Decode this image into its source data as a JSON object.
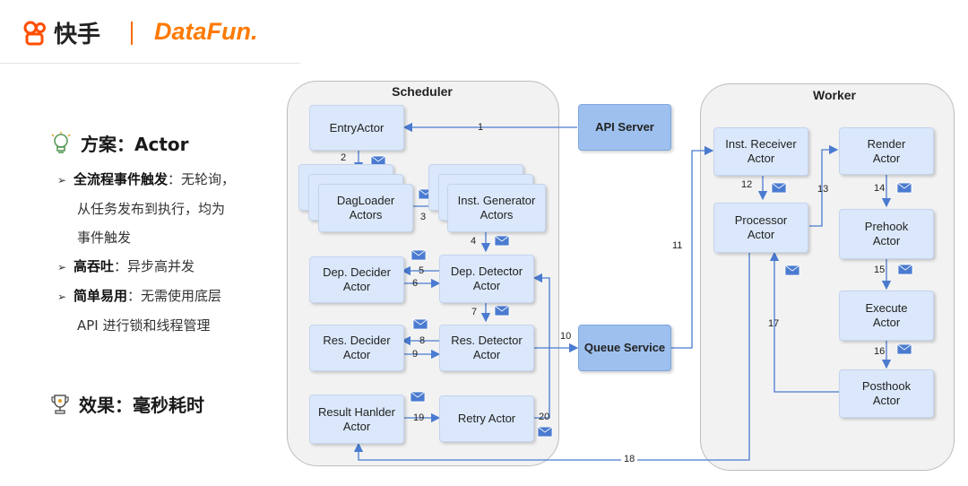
{
  "header": {
    "kuaishou_logo": "快手",
    "datafun_logo": "DataFun."
  },
  "side": {
    "title1": "方案：Actor",
    "bullets": [
      {
        "bold": "全流程事件触发",
        "text": "：无轮询，",
        "lines": [
          "从任务发布到执行，均为",
          "事件触发"
        ]
      },
      {
        "bold": "高吞吐",
        "text": "：异步高并发",
        "lines": []
      },
      {
        "bold": "简单易用",
        "text": "：无需使用底层",
        "lines": [
          "API 进行锁和线程管理"
        ]
      }
    ],
    "title2": "效果：毫秒耗时"
  },
  "diagram": {
    "scheduler_title": "Scheduler",
    "worker_title": "Worker",
    "nodes": {
      "entry": "EntryActor",
      "dagloader_1": "DagLoader",
      "dagloader_2": "Actors",
      "instgen_1": "Inst. Generator",
      "instgen_2": "Actors",
      "depdecider_1": "Dep. Decider",
      "depdecider_2": "Actor",
      "depdetector_1": "Dep. Detector",
      "depdetector_2": "Actor",
      "resdecider_1": "Res. Decider",
      "resdecider_2": "Actor",
      "resdetector_1": "Res. Detector",
      "resdetector_2": "Actor",
      "resulthandler_1": "Result Hanlder",
      "resulthandler_2": "Actor",
      "retry": "Retry Actor",
      "apiserver": "API Server",
      "queueservice": "Queue Service",
      "instreceiver_1": "Inst. Receiver",
      "instreceiver_2": "Actor",
      "processor_1": "Processor",
      "processor_2": "Actor",
      "render_1": "Render",
      "render_2": "Actor",
      "prehook_1": "Prehook",
      "prehook_2": "Actor",
      "execute_1": "Execute",
      "execute_2": "Actor",
      "posthook_1": "Posthook",
      "posthook_2": "Actor"
    },
    "edge_labels": [
      "1",
      "2",
      "3",
      "4",
      "5",
      "6",
      "7",
      "8",
      "9",
      "10",
      "11",
      "12",
      "13",
      "14",
      "15",
      "16",
      "17",
      "18",
      "19",
      "20"
    ]
  }
}
